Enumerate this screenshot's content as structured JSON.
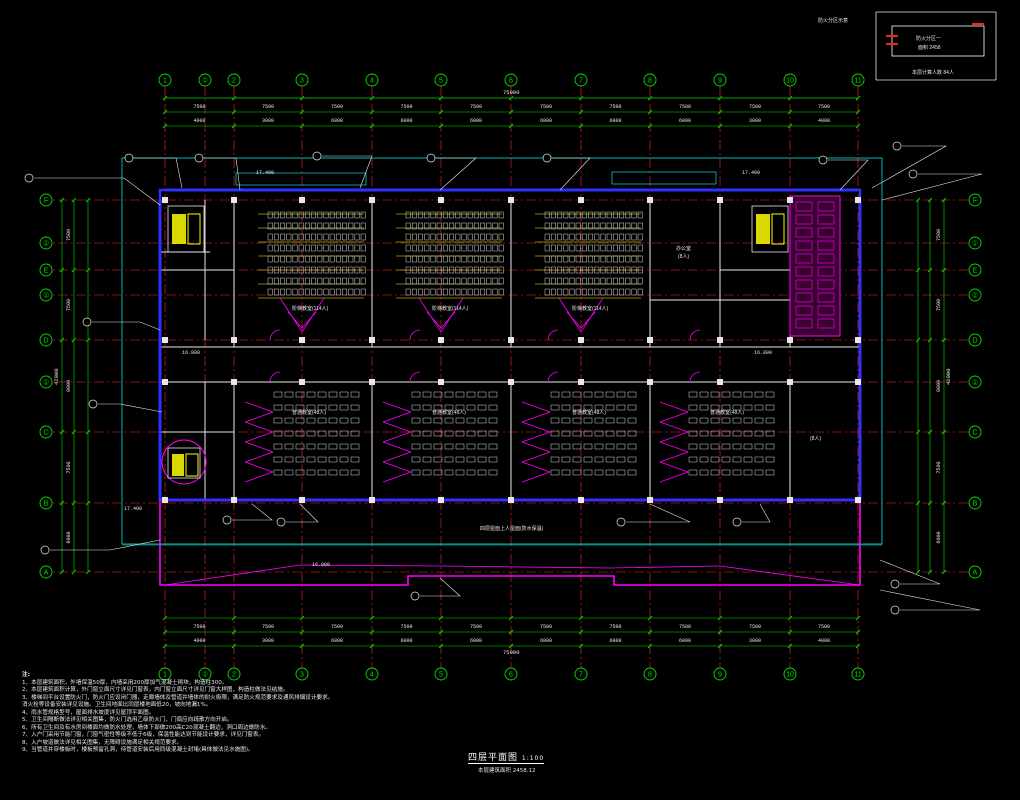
{
  "drawing": {
    "title": "四层平面图",
    "title_scale": "1:100",
    "subtitle": "本层建筑面积 2458.12",
    "inset_caption": "本层计算人数 84人",
    "inset_label1": "防火分区示意",
    "inset_label2": "防火分区一",
    "inset_label3": "面积 2458"
  },
  "grid_axes": {
    "vertical": [
      "1",
      "①",
      "2",
      "3",
      "4",
      "5",
      "6",
      "7",
      "8",
      "9",
      "10",
      "11"
    ],
    "horizontal": [
      "F",
      "①",
      "E",
      "①",
      "D",
      "①",
      "C",
      "B",
      "A"
    ]
  },
  "dims": {
    "total_width": "75000",
    "top_row1": [
      "7500",
      "7500",
      "7500",
      "7500",
      "7500",
      "7500",
      "7500",
      "7500",
      "7500",
      "7500"
    ],
    "top_row2": [
      "4000",
      "3000",
      "6000",
      "6000",
      "6000",
      "6000",
      "6000",
      "6000",
      "3000",
      "4000"
    ],
    "bottom_total": "75000",
    "side_total": "42000",
    "left_values": [
      "7500",
      "7500",
      "9000",
      "7500",
      "6000"
    ]
  },
  "levels": [
    "17.400",
    "16.800",
    "17.400",
    "16.800",
    "17.400",
    "16.800"
  ],
  "rooms": {
    "lecture_a": "阶梯教室(114人)",
    "lecture_b": "阶梯教室(114人)",
    "lecture_c": "阶梯教室(114人)",
    "class_a": "普通教室(48人)",
    "class_b": "普通教室(48人)",
    "class_c": "普通教室(48人)",
    "class_d": "普通教室(48人)",
    "office": "办公室",
    "office2": "(8人)",
    "roof": "四层屋面上人屋面(防水保温)",
    "lounge": "(8人)"
  },
  "notes": {
    "heading": "注:",
    "lines": [
      "1、本层建筑面积，外墙保温50厚，内墙采用200厚加气混凝土砌块，构造柱300。",
      "2、本层建筑面积计算，外门窗立面尺寸详见门窗表，内门窗立面尺寸详见门窗大样图，构造柱做法见结施。",
      "3、楼梯间平台设置防火门，防火门应设闭门器，走廊墙体及管道井墙体的耐火极限，满足防火规范要求及通风排烟设计要求。",
      "  消火栓等设备安装详见设施。卫生间地面比同层楼地面低20，坡向地漏1%。",
      "4、雨水管规格型号，屋面排水坡度详见屋顶平面图。",
      "5、卫生间隔断做法详见相关图集，防火门选用乙级防火门，门扇应向疏散方向开启。",
      "6、所有卫生间及有水房间楼面均做防水处理，墙体下部做200高C20混凝土翻边，洞口周边做防水。",
      "7、入户门采用节能门窗，门窗气密性等级不低于6级，保温性能达到节能设计要求，详见门窗表。",
      "8、入户坡道做法详见相关图集，无障碍设施满足相关规范要求。",
      "9、当管道井穿楼板时，楼板预留孔洞，待管道安装后用同级混凝土封堵(具体做法见水施图)。"
    ]
  },
  "colors": {
    "background": "#000000",
    "axis_line": "#ff2020",
    "dimension": "#00e000",
    "wall": "#3030ff",
    "column": "#e8e8e8",
    "seats": "#d8d8d8",
    "magenta": "#ff00ff",
    "cyan": "#00e0e0",
    "yellow": "#ffff00",
    "text": "#e8e8e8"
  }
}
